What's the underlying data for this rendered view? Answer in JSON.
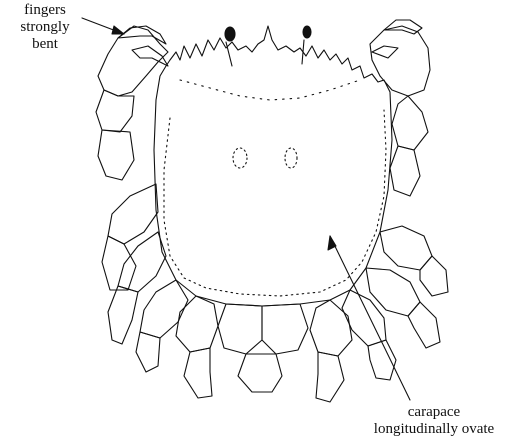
{
  "labels": {
    "fingers": [
      "fingers",
      "strongly",
      "bent"
    ],
    "carapace": [
      "carapace",
      "longitudinally ovate"
    ]
  },
  "colors": {
    "line": "#111111",
    "background": "#ffffff"
  }
}
